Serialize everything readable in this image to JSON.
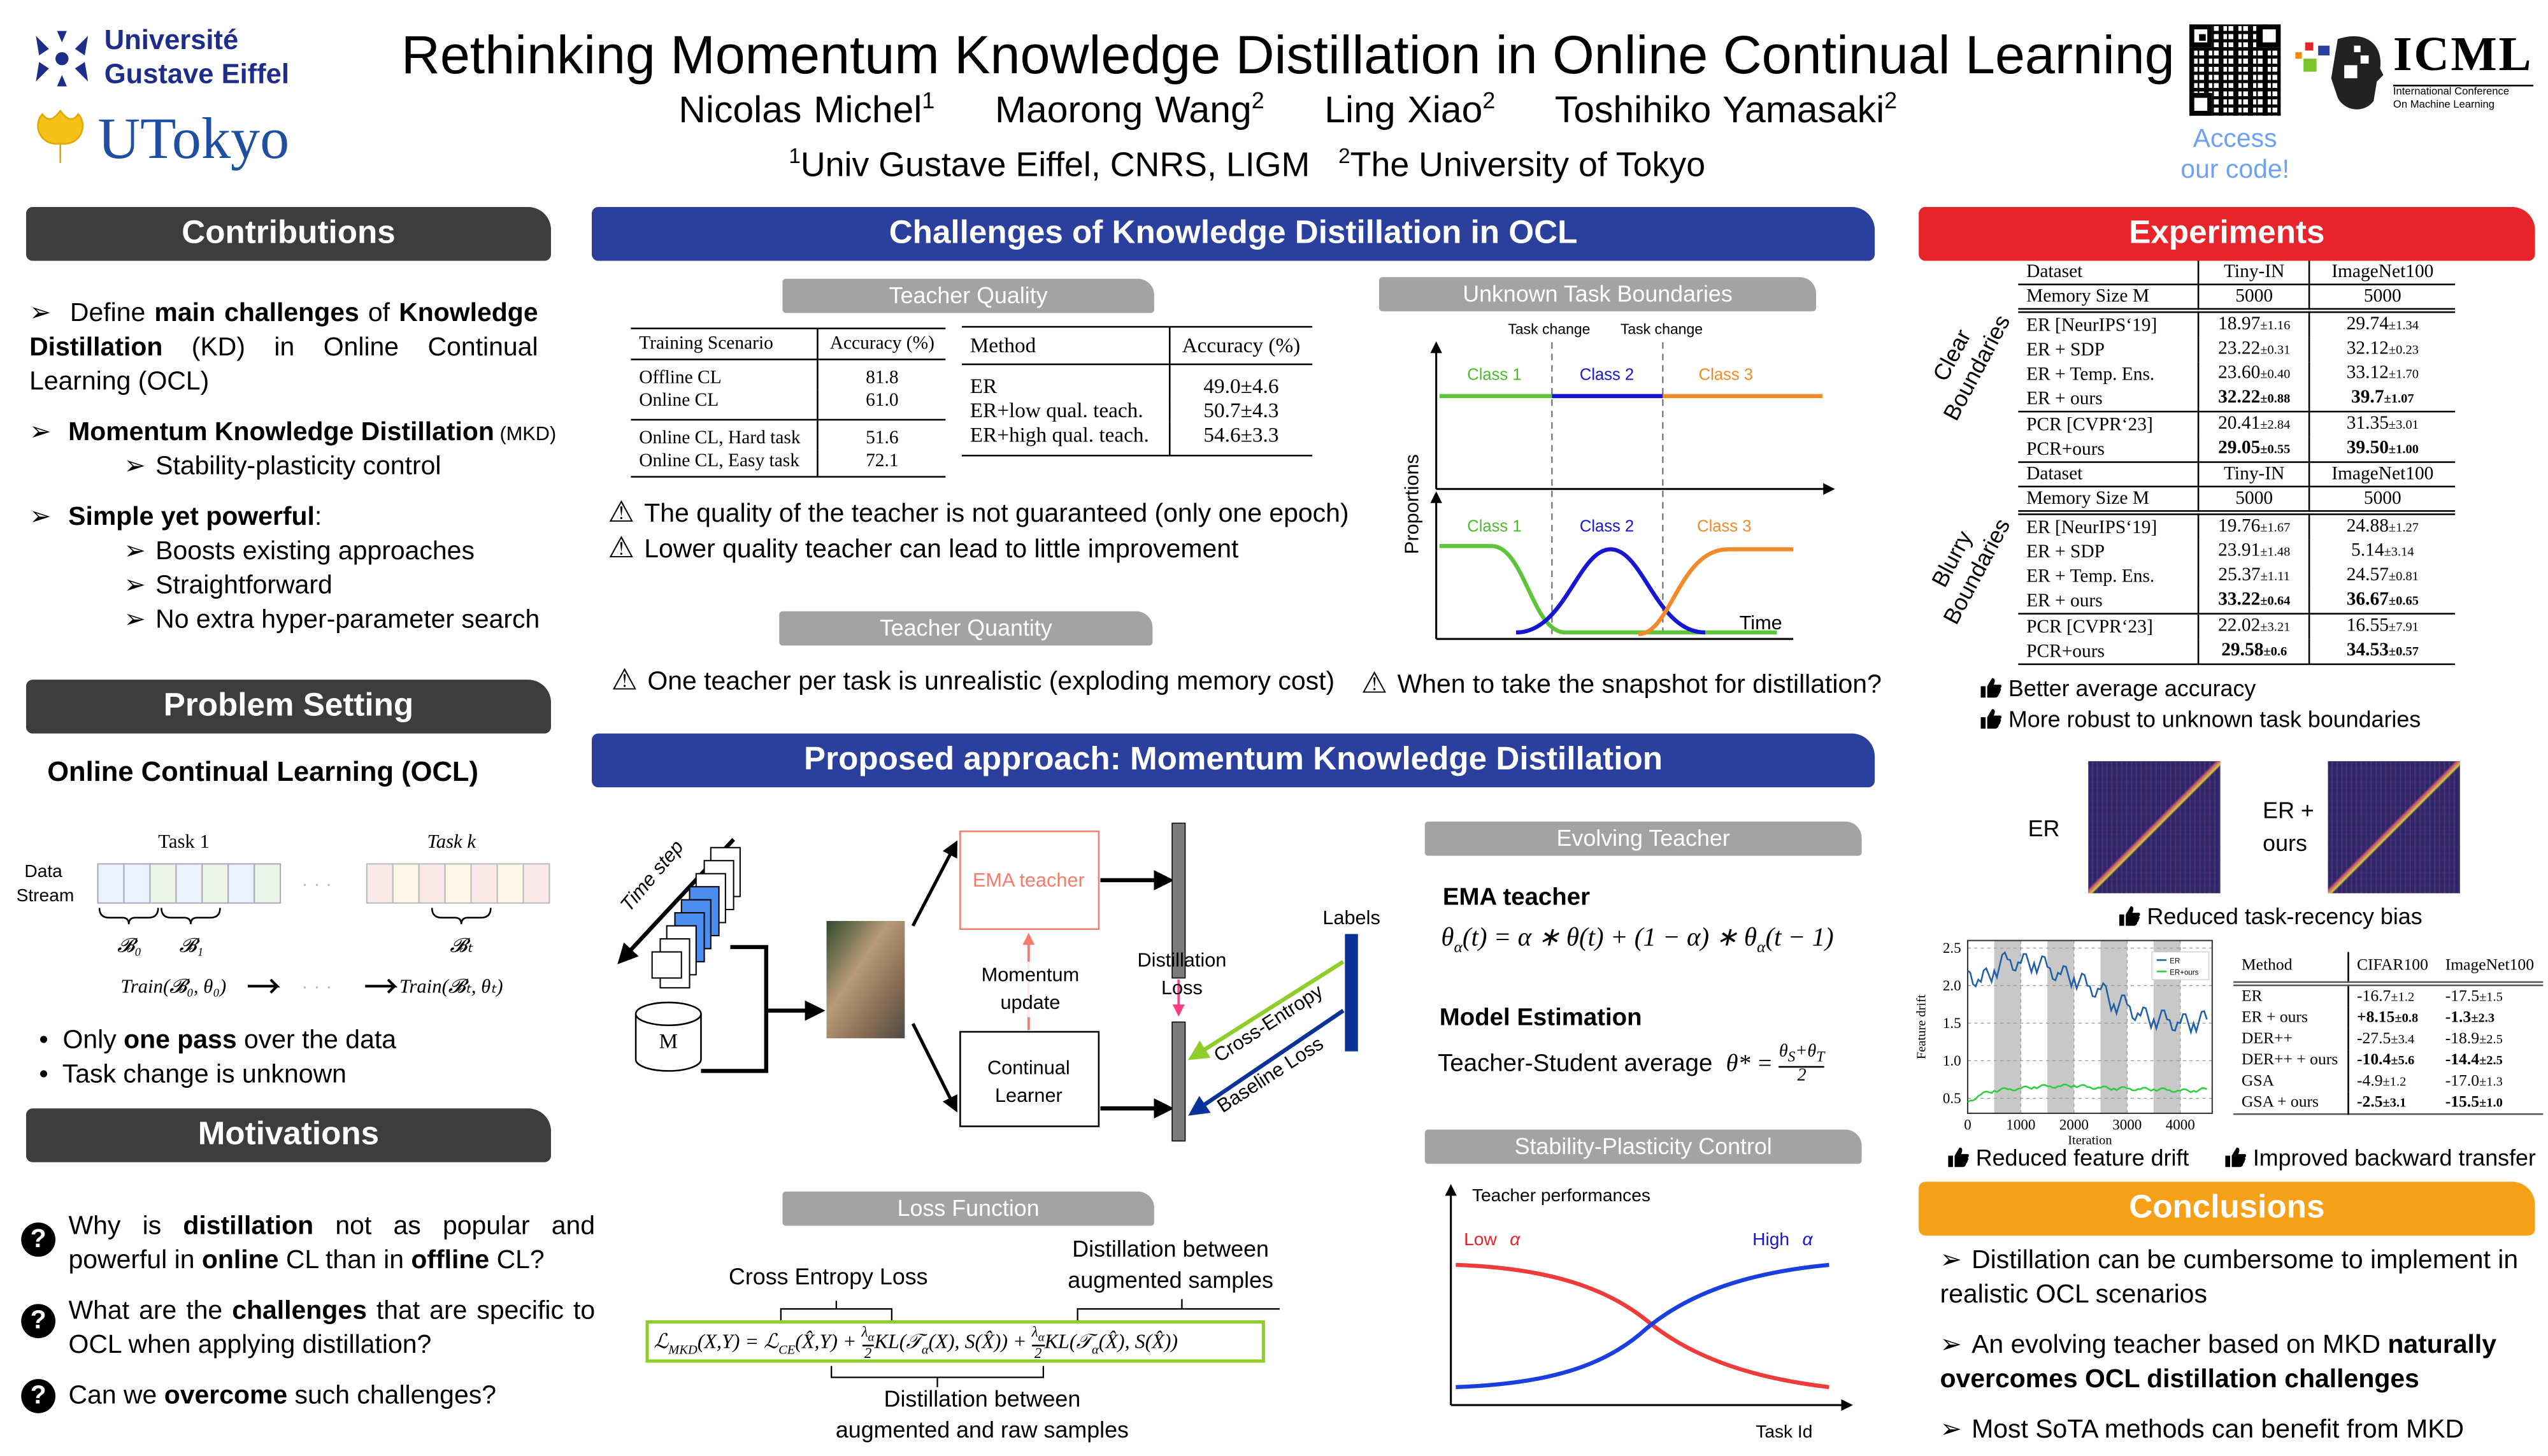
{
  "header": {
    "title": "Rethinking Momentum Knowledge Distillation in Online Continual Learning",
    "authors": [
      {
        "name": "Nicolas Michel",
        "sup": "1"
      },
      {
        "name": "Maorong Wang",
        "sup": "2"
      },
      {
        "name": "Ling Xiao",
        "sup": "2"
      },
      {
        "name": "Toshihiko Yamasaki",
        "sup": "2"
      }
    ],
    "affiliations": [
      {
        "sup": "1",
        "name": "Univ Gustave Eiffel, CNRS, LIGM"
      },
      {
        "sup": "2",
        "name": "The University of Tokyo"
      }
    ],
    "logo_uge": [
      "Université",
      "Gustave Eiffel"
    ],
    "logo_utokyo": "UTokyo",
    "code_link": [
      "Access",
      "our code!"
    ],
    "icml_logo": {
      "name": "ICML",
      "sub": [
        "International Conference",
        "On Machine Learning"
      ]
    }
  },
  "contributions": {
    "title": "Contributions",
    "b1": {
      "pre": "Define ",
      "bold1": "main challenges",
      "mid": " of ",
      "bold2": "Knowledge Distillation",
      "post": " (KD) in Online Continual Learning (OCL)"
    },
    "b2": {
      "bold": "Momentum Knowledge Distillation",
      "small": " (MKD)",
      "sub": "Stability-plasticity control"
    },
    "b3": {
      "bold": "Simple yet powerful",
      "post": ":",
      "subs": [
        "Boosts existing approaches",
        "Straightforward",
        "No extra hyper-parameter search"
      ]
    }
  },
  "problem": {
    "title": "Problem Setting",
    "heading": "Online Continual Learning (OCL)",
    "diagram": {
      "stream": [
        "Data",
        "Stream"
      ],
      "task1": "Task 1",
      "taskk": "Task k",
      "b0": "𝓑₀",
      "b1": "𝓑₁",
      "bt": "𝓑ₜ",
      "train0": "Train(𝓑₀, θ₀)",
      "traint": "Train(𝓑ₜ, θₜ)",
      "dots": "· · ·"
    },
    "bullets": [
      {
        "pre": "Only ",
        "bold": "one pass",
        "post": " over the data"
      },
      {
        "pre": "Task change is unknown",
        "bold": "",
        "post": ""
      }
    ]
  },
  "motivations": {
    "title": "Motivations",
    "questions": [
      {
        "pre": "Why is ",
        "bold": "distillation",
        "mid": " not as popular and powerful in ",
        "bold2": "online",
        "post": " CL than in ",
        "bold3": "offline",
        "end": " CL?"
      },
      {
        "pre": "What are the ",
        "bold": "challenges",
        "mid": " that are specific to OCL when applying distillation?",
        "bold2": "",
        "post": "",
        "bold3": "",
        "end": ""
      },
      {
        "pre": "Can we ",
        "bold": "overcome",
        "mid": " such challenges?",
        "bold2": "",
        "post": "",
        "bold3": "",
        "end": ""
      }
    ]
  },
  "challenges": {
    "title": "Challenges of Knowledge Distillation in OCL",
    "teacher_quality": "Teacher Quality",
    "table1": {
      "headers": [
        "Training Scenario",
        "Accuracy (%)"
      ],
      "groups": [
        [
          [
            "Offline CL",
            "81.8"
          ],
          [
            "Online CL",
            "61.0"
          ]
        ],
        [
          [
            "Online CL, Hard task",
            "51.6"
          ],
          [
            "Online CL, Easy task",
            "72.1"
          ]
        ]
      ]
    },
    "table2": {
      "headers": [
        "Method",
        "Accuracy (%)"
      ],
      "rows": [
        [
          "ER",
          "49.0±4.6"
        ],
        [
          "ER+low qual. teach.",
          "50.7±4.3"
        ],
        [
          "ER+high qual. teach.",
          "54.6±3.3"
        ]
      ]
    },
    "warn1": "The quality of the teacher is not guaranteed (only one epoch)",
    "warn2": "Lower quality teacher can lead to little improvement",
    "teacher_quantity": "Teacher Quantity",
    "warn3": "One teacher per task is unrealistic (exploding memory cost)",
    "unknown_boundaries": "Unknown Task Boundaries",
    "boundary_plot": {
      "task_change": "Task change",
      "classes": [
        "Class 1",
        "Class 2",
        "Class 3"
      ],
      "ylabel": "Proportions",
      "xlabel": "Time"
    },
    "warn4": "When to take the snapshot for distillation?"
  },
  "proposed": {
    "title": "Proposed approach: Momentum Knowledge Distillation",
    "diagram": {
      "time_step": "Time step",
      "memory": "M",
      "ema_teacher": "EMA teacher",
      "momentum": [
        "Momentum",
        "update"
      ],
      "learner": [
        "Continual",
        "Learner"
      ],
      "distill": [
        "Distillation",
        "Loss"
      ],
      "labels": "Labels",
      "ce": "Cross-Entropy",
      "baseline": "Baseline Loss"
    },
    "loss_title": "Loss Function",
    "loss": {
      "ce_label": "Cross Entropy Loss",
      "aug_label": [
        "Distillation between",
        "augmented samples"
      ],
      "raw_label": [
        "Distillation between",
        "augmented and raw samples"
      ],
      "formula": "𝓛_MKD(X,Y) = 𝓛_CE(X̂,Y) + (λ_α/2) KL(𝒯_α(X), S(X̂)) + (λ_α/2) KL(𝒯_α(X̂), S(X̂))",
      "parts": [
        "ℒ",
        "MKD",
        "(X,Y) = ℒ",
        "CE",
        "(X̂,Y) + ",
        "λ",
        "α",
        "2",
        "KL(𝒯",
        "α",
        "(X), S(X̂)) + ",
        "KL(𝒯",
        "α",
        "(X̂), S(X̂))"
      ]
    },
    "evolving_title": "Evolving Teacher",
    "ema_heading": "EMA teacher",
    "ema_eq": [
      "θ",
      "α",
      "(t) = α ∗ θ(t) + (1 − α) ∗ θ",
      "α",
      "(t − 1)"
    ],
    "model_heading": "Model Estimation",
    "model_text": "Teacher-Student average",
    "model_eq": [
      "θ* = ",
      "θ",
      "S",
      "+θ",
      "T",
      "2"
    ],
    "sp_title": "Stability-Plasticity Control",
    "sp_plot": {
      "ylabel": "Teacher performances",
      "low": "Low",
      "high": "High",
      "alpha": "α",
      "xlabel": "Task Id"
    }
  },
  "experiments": {
    "title": "Experiments",
    "clear_label": [
      "Clear",
      "Boundaries"
    ],
    "blurry_label": [
      "Blurry",
      "Boundaries"
    ],
    "tables": [
      {
        "head": [
          "Dataset",
          "Tiny-IN",
          "ImageNet100"
        ],
        "mem": [
          "Memory Size M",
          "5000",
          "5000"
        ],
        "g1": [
          [
            {
              "v": "ER [NeurIPS‘19]"
            },
            {
              "v": "18.97",
              "pm": "±1.16"
            },
            {
              "v": "29.74",
              "pm": "±1.34"
            }
          ],
          [
            {
              "v": "ER + SDP"
            },
            {
              "v": "23.22",
              "pm": "±0.31"
            },
            {
              "v": "32.12",
              "pm": "±0.23"
            }
          ],
          [
            {
              "v": "ER + Temp. Ens."
            },
            {
              "v": "23.60",
              "pm": "±0.40"
            },
            {
              "v": "33.12",
              "pm": "±1.70"
            }
          ],
          [
            {
              "v": "ER + ours"
            },
            {
              "v": "32.22",
              "pm": "±0.88",
              "b": true
            },
            {
              "v": "39.7",
              "pm": "±1.07",
              "b": true
            }
          ]
        ],
        "g2": [
          [
            {
              "v": "PCR [CVPR‘23]"
            },
            {
              "v": "20.41",
              "pm": "±2.84"
            },
            {
              "v": "31.35",
              "pm": "±3.01"
            }
          ],
          [
            {
              "v": "PCR+ours"
            },
            {
              "v": "29.05",
              "pm": "±0.55",
              "b": true
            },
            {
              "v": "39.50",
              "pm": "±1.00",
              "b": true
            }
          ]
        ]
      },
      {
        "head": [
          "Dataset",
          "Tiny-IN",
          "ImageNet100"
        ],
        "mem": [
          "Memory Size M",
          "5000",
          "5000"
        ],
        "g1": [
          [
            {
              "v": "ER [NeurIPS‘19]"
            },
            {
              "v": "19.76",
              "pm": "±1.67"
            },
            {
              "v": "24.88",
              "pm": "±1.27"
            }
          ],
          [
            {
              "v": "ER + SDP"
            },
            {
              "v": "23.91",
              "pm": "±1.48"
            },
            {
              "v": "5.14",
              "pm": "±3.14"
            }
          ],
          [
            {
              "v": "ER + Temp. Ens."
            },
            {
              "v": "25.37",
              "pm": "±1.11"
            },
            {
              "v": "24.57",
              "pm": "±0.81"
            }
          ],
          [
            {
              "v": "ER + ours"
            },
            {
              "v": "33.22",
              "pm": "±0.64",
              "b": true
            },
            {
              "v": "36.67",
              "pm": "±0.65",
              "b": true
            }
          ]
        ],
        "g2": [
          [
            {
              "v": "PCR [CVPR‘23]"
            },
            {
              "v": "22.02",
              "pm": "±3.21"
            },
            {
              "v": "16.55",
              "pm": "±7.91"
            }
          ],
          [
            {
              "v": "PCR+ours"
            },
            {
              "v": "29.58",
              "pm": "±0.6",
              "b": true
            },
            {
              "v": "34.53",
              "pm": "±0.57",
              "b": true
            }
          ]
        ]
      }
    ],
    "thumbs1": [
      "Better average accuracy",
      "More robust to unknown task boundaries"
    ],
    "heat_er": "ER",
    "heat_ours": [
      "ER +",
      "ours"
    ],
    "thumb_bias": "Reduced task-recency bias",
    "bwt_table": {
      "headers": [
        "Method",
        "CIFAR100",
        "ImageNet100"
      ],
      "rows": [
        [
          {
            "v": "ER"
          },
          {
            "v": "-16.7",
            "pm": "±1.2"
          },
          {
            "v": "-17.5",
            "pm": "±1.5"
          }
        ],
        [
          {
            "v": "ER + ours"
          },
          {
            "v": "+8.15",
            "pm": "±0.8",
            "b": true
          },
          {
            "v": "-1.3",
            "pm": "±2.3",
            "b": true
          }
        ],
        [
          {
            "v": "DER++"
          },
          {
            "v": "-27.5",
            "pm": "±3.4"
          },
          {
            "v": "-18.9",
            "pm": "±2.5"
          }
        ],
        [
          {
            "v": "DER++ + ours"
          },
          {
            "v": "-10.4",
            "pm": "±5.6",
            "b": true
          },
          {
            "v": "-14.4",
            "pm": "±2.5",
            "b": true
          }
        ],
        [
          {
            "v": "GSA"
          },
          {
            "v": "-4.9",
            "pm": "±1.2"
          },
          {
            "v": "-17.0",
            "pm": "±1.3"
          }
        ],
        [
          {
            "v": "GSA + ours"
          },
          {
            "v": "-2.5",
            "pm": "±3.1",
            "b": true
          },
          {
            "v": "-15.5",
            "pm": "±1.0",
            "b": true
          }
        ]
      ]
    },
    "thumb_drift": "Reduced feature drift",
    "thumb_bwt": "Improved backward transfer"
  },
  "conclusions": {
    "title": "Conclusions",
    "items": [
      {
        "pre": "Distillation can be cumbersome to implement in realistic OCL scenarios",
        "bold": "",
        "post": ""
      },
      {
        "pre": "An evolving teacher based on MKD ",
        "bold": "naturally overcomes OCL distillation challenges",
        "post": ""
      },
      {
        "pre": "Most SoTA methods can benefit from MKD",
        "bold": "",
        "post": ""
      }
    ]
  },
  "chart_data": {
    "type": "line",
    "title": "",
    "xlabel": "Iteration",
    "ylabel": "Feature drift",
    "xlim": [
      0,
      4600
    ],
    "ylim": [
      0.3,
      2.6
    ],
    "xticks": [
      0,
      1000,
      2000,
      3000,
      4000
    ],
    "yticks": [
      0.5,
      1.0,
      1.5,
      2.0,
      2.5
    ],
    "yticklabels": [
      "0.5",
      "1.0",
      "1.5",
      "2.0",
      "2.5"
    ],
    "grid": true,
    "legend": "top-right",
    "shaded_intervals": [
      [
        500,
        1000
      ],
      [
        1500,
        2000
      ],
      [
        2500,
        3000
      ],
      [
        3500,
        4000
      ]
    ],
    "x": [
      0,
      250,
      500,
      750,
      1000,
      1250,
      1500,
      1750,
      2000,
      2250,
      2500,
      2750,
      3000,
      3250,
      3500,
      3750,
      4000,
      4250,
      4500
    ],
    "series": [
      {
        "name": "ER",
        "color": "#1f5fa8",
        "values": [
          2.2,
          2.05,
          2.2,
          2.35,
          2.3,
          2.3,
          2.25,
          2.15,
          2.1,
          2.0,
          1.95,
          1.75,
          1.75,
          1.6,
          1.55,
          1.55,
          1.5,
          1.5,
          1.55
        ]
      },
      {
        "name": "ER+ours",
        "color": "#2ecc40",
        "values": [
          0.45,
          0.55,
          0.6,
          0.62,
          0.63,
          0.65,
          0.66,
          0.66,
          0.67,
          0.65,
          0.64,
          0.63,
          0.63,
          0.62,
          0.62,
          0.61,
          0.6,
          0.6,
          0.62
        ]
      }
    ]
  },
  "colors": {
    "blue_bar": "#2b3f9c",
    "red_bar": "#e8242b",
    "orange_bar": "#f5a019",
    "dark_bar": "#3d3d3d",
    "sub_bar": "#a3a3a3",
    "link": "#6fa0f7"
  }
}
